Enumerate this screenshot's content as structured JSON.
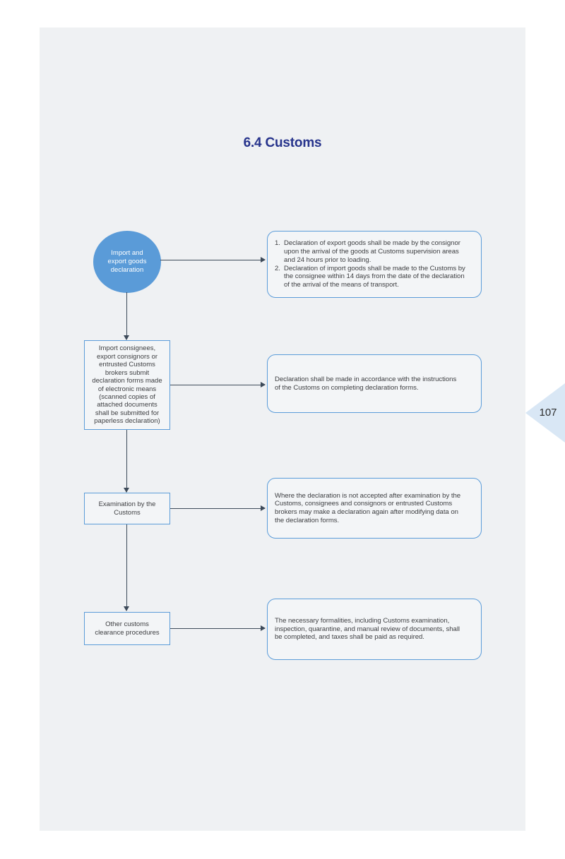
{
  "page": {
    "title": "6.4 Customs",
    "page_number": "107"
  },
  "colors": {
    "accent_blue": "#5b9cd9",
    "circle_fill": "#5a9bd8",
    "title_navy": "#27348c",
    "arrow": "#3d4a59",
    "page_background": "#eff1f3",
    "tab_triangle": "#d9e7f5",
    "body_text": "#3f4043"
  },
  "flowchart": {
    "start": {
      "label": "Import and\nexport goods\ndeclaration"
    },
    "steps": [
      {
        "label": "Import consignees,\nexport consignors or\nentrusted Customs\nbrokers submit\ndeclaration forms made\nof electronic means\n(scanned copies of\nattached documents\nshall be submitted for\npaperless declaration)"
      },
      {
        "label": "Examination by the\nCustoms"
      },
      {
        "label": "Other customs\nclearance procedures"
      }
    ],
    "notes": {
      "note1": {
        "items": [
          {
            "num": "1.",
            "text": "Declaration of export goods shall be made by the consignor\nupon the arrival of the goods at Customs supervision areas\nand 24 hours prior to loading."
          },
          {
            "num": "2.",
            "text": "Declaration of import goods shall be made to the Customs by\nthe consignee within 14 days from the date of the declaration\nof the arrival of the means of transport."
          }
        ]
      },
      "note2": {
        "text": "Declaration shall be made in accordance with the instructions\nof the Customs on completing declaration forms."
      },
      "note3": {
        "text": "Where the declaration is not accepted after examination by the\nCustoms, consignees and consignors or entrusted Customs\nbrokers may make a declaration again after modifying data on\nthe declaration forms."
      },
      "note4": {
        "text": "The necessary formalities, including Customs examination,\ninspection, quarantine, and manual review of documents, shall\nbe completed, and taxes shall be paid as required."
      }
    }
  }
}
